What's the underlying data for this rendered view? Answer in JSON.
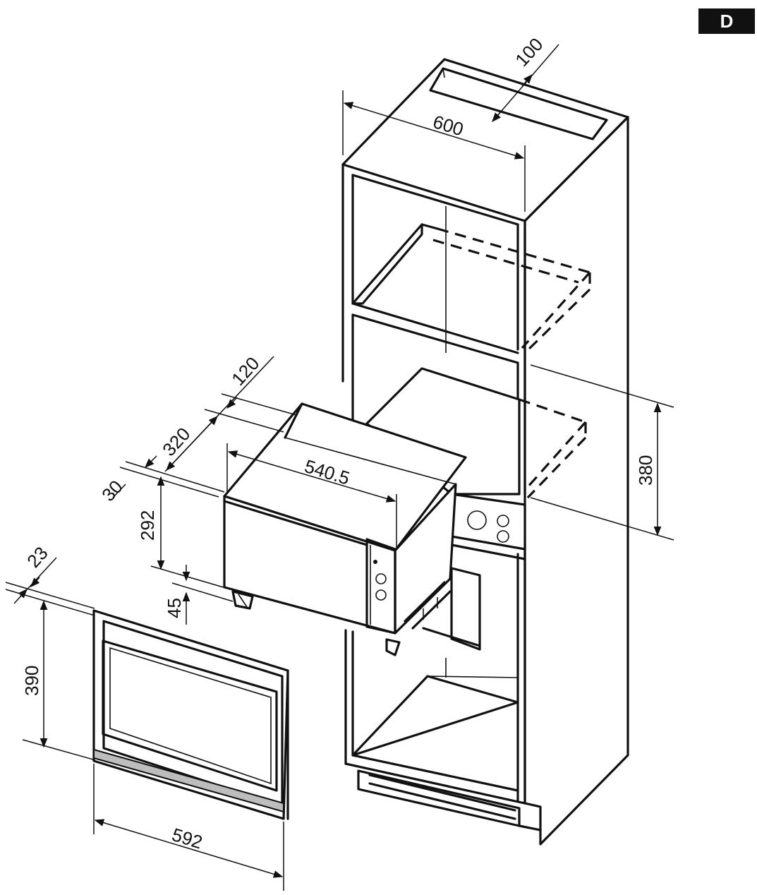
{
  "badge": "D",
  "dimensions": {
    "d100": "100",
    "d600": "600",
    "d380": "380",
    "d120": "120",
    "d320": "320",
    "d30": "30",
    "d540_5": "540.5",
    "d292": "292",
    "d45": "45",
    "d23": "23",
    "d390": "390",
    "d592": "592"
  }
}
